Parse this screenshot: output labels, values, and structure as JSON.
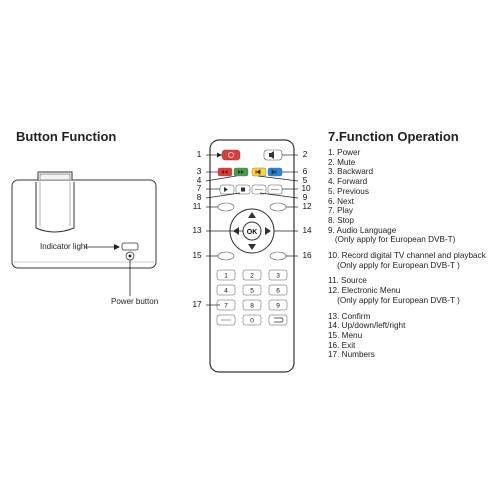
{
  "left_title": "Button Function",
  "right_title": "7.Function Operation",
  "projector": {
    "indicator_label": "Indicator light",
    "power_label": "Power button"
  },
  "callouts": [
    "1",
    "2",
    "3",
    "4",
    "5",
    "6",
    "7",
    "8",
    "9",
    "10",
    "11",
    "12",
    "13",
    "14",
    "15",
    "16",
    "17"
  ],
  "remote": {
    "ok_label": "OK",
    "numbers": [
      "1",
      "2",
      "3",
      "4",
      "5",
      "6",
      "7",
      "8",
      "9",
      "0"
    ],
    "colors": {
      "red": "#e53935",
      "green": "#43a047",
      "yellow": "#fdd835",
      "blue": "#1e88e5"
    }
  },
  "functions": [
    {
      "text": "1. Power",
      "gap": false
    },
    {
      "text": "2. Mute",
      "gap": false
    },
    {
      "text": "3. Backward",
      "gap": false
    },
    {
      "text": "4. Forward",
      "gap": false
    },
    {
      "text": "5. Previous",
      "gap": false
    },
    {
      "text": "6. Next",
      "gap": false
    },
    {
      "text": "7. Play",
      "gap": false
    },
    {
      "text": "8. Stop",
      "gap": false
    },
    {
      "text": "9. Audio Language",
      "gap": false
    },
    {
      "text": "   (Only apply for European DVB-T)",
      "gap": false
    },
    {
      "text": "10. Record digital TV channel and playback",
      "gap": true
    },
    {
      "text": "    (Only apply for European DVB-T )",
      "gap": false
    },
    {
      "text": "11. Source",
      "gap": true
    },
    {
      "text": "12. Electronic Menu",
      "gap": false
    },
    {
      "text": "    (Only apply for European DVB-T )",
      "gap": false
    },
    {
      "text": "13. Confirm",
      "gap": true
    },
    {
      "text": "14. Up/down/left/right",
      "gap": false
    },
    {
      "text": "15. Menu",
      "gap": false
    },
    {
      "text": "16. Exit",
      "gap": false
    },
    {
      "text": "17. Numbers",
      "gap": false
    }
  ]
}
